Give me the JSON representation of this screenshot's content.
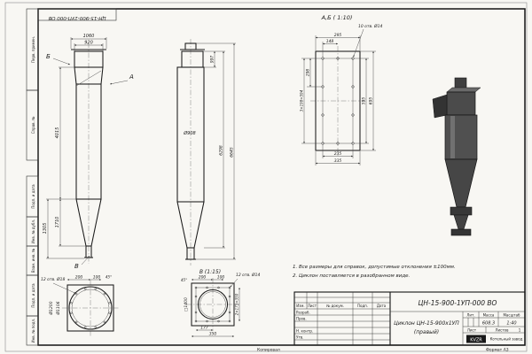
{
  "sheet": {
    "stamp_top_left": "ЦН-15-900-1УП-000 ОВ",
    "margin_labels": [
      "Перв. примен.",
      "Справ. №",
      "Подп. и дата",
      "Инв. № дубл.",
      "Взам. инв. №",
      "Подп. и дата",
      "Инв. № подл."
    ],
    "copy_label": "Копировал",
    "format_label": "Формат А3"
  },
  "views": {
    "front": {
      "label_a": "А",
      "label_b": "Б",
      "label_v": "В",
      "dim_top_width": "1060",
      "dim_inner_width": "920",
      "dim_body_height": "4015",
      "dim_cone_height": "1710",
      "dim_outlet_height": "1305"
    },
    "side": {
      "dim_diameter": "Ø908",
      "dim_box_height": "997",
      "dim_height_to_cone": "6298",
      "dim_total_height": "6645"
    },
    "section_ab": {
      "title": "А,Б ( 1:10)",
      "callout_holes": "10 отв. Ø14",
      "dim_width": "295",
      "dim_width_half": "148",
      "dim_pitch": "298",
      "dim_pitch_total": "3×198=594",
      "dim_height_inner": "595",
      "dim_height_outer": "695",
      "dim_bottom_inner": "235",
      "dim_bottom_outer": "335"
    },
    "detail_v": {
      "title": "В (1:15)",
      "callout_holes": "12 отв. Ø14",
      "dim_1": "200",
      "dim_2": "100",
      "dim_angle": "45°",
      "dim_square": "□1400",
      "dim_pitch": "177",
      "dim_pitch_total": "2×175=350",
      "dim_width": "350"
    },
    "flange": {
      "callout_holes": "12 отв. Ø18",
      "dim_circle_inner": "Ø1106",
      "dim_circle_outer": "Ø1200",
      "dim_1": "200",
      "dim_2": "100",
      "dim_angle": "45°"
    }
  },
  "notes": [
    "1. Все размеры для справок, допустимые отклонения ±100мм.",
    "2. Циклон поставляется в разобранном виде."
  ],
  "title_block": {
    "doc_code": "ЦН-15-900-1УП-000 ВО",
    "product_name": "Циклон ЦН-15-900х1УП",
    "product_variant": "(правый)",
    "col_izm": "Изм.",
    "col_list": "Лист",
    "col_doc": "№ докум.",
    "col_sign": "Подп.",
    "col_date": "Дата",
    "row_developed": "Разраб.",
    "row_checked": "Пров.",
    "row_ncontrol": "Н. контр.",
    "row_approved": "Утв.",
    "lit_label": "Лит.",
    "mass_label": "Масса",
    "scale_label": "Масштаб",
    "mass_value": "608.3",
    "scale_value": "1:40",
    "sheet_label": "Лист",
    "sheets_label": "Листов",
    "sheets_value": "1",
    "logo_text": "KVZR",
    "company_name": "Котельный завод"
  }
}
